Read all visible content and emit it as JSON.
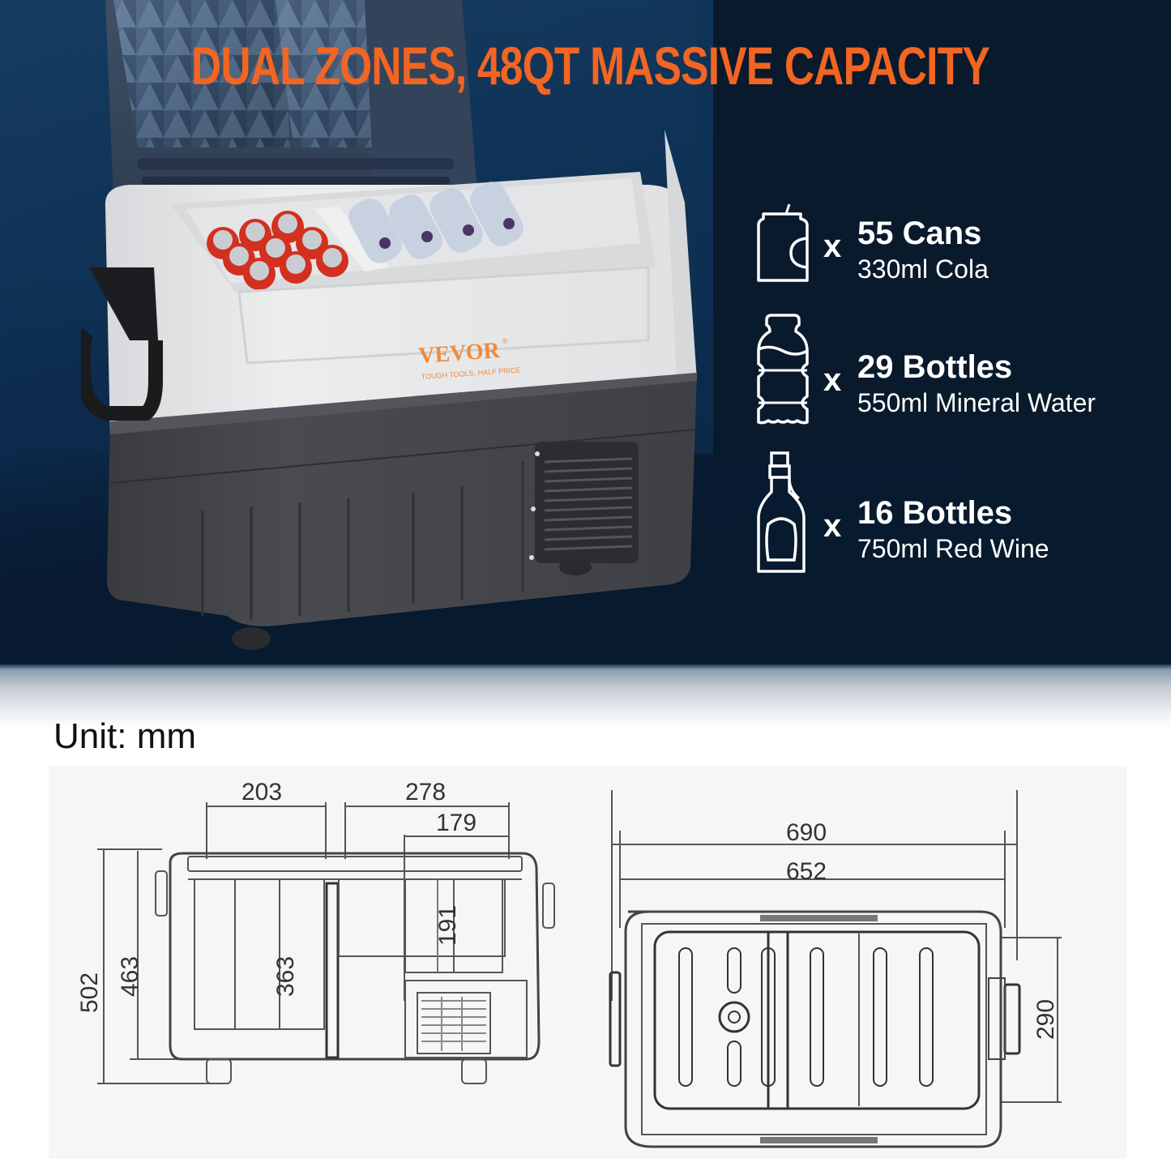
{
  "headline": "DUAL ZONES, 48QT MASSIVE CAPACITY",
  "brand": {
    "name": "VEVOR",
    "registered_mark": "®",
    "tagline": "TOUGH TOOLS, HALF PRICE",
    "color": "#f26522"
  },
  "capacity": {
    "multiplier_symbol": "x",
    "items": [
      {
        "icon": "can-icon",
        "count": "55 Cans",
        "description": "330ml Cola"
      },
      {
        "icon": "water-bottle-icon",
        "count": "29 Bottles",
        "description": "550ml Mineral Water"
      },
      {
        "icon": "wine-bottle-icon",
        "count": "16 Bottles",
        "description": "750ml Red Wine"
      }
    ]
  },
  "dimensions": {
    "unit_label": "Unit: mm",
    "front_view": {
      "left_zone_width": "203",
      "right_zone_width": "278",
      "right_zone_inner_width": "179",
      "total_height": "502",
      "body_height": "463",
      "left_zone_depth": "363",
      "right_zone_depth": "191"
    },
    "top_view": {
      "total_length": "690",
      "body_length": "652",
      "width": "290"
    }
  },
  "colors": {
    "accent_orange": "#f26522",
    "hero_navy": "#0d2f52",
    "hero_dark": "#0a1a2d",
    "text_white": "#ffffff"
  }
}
